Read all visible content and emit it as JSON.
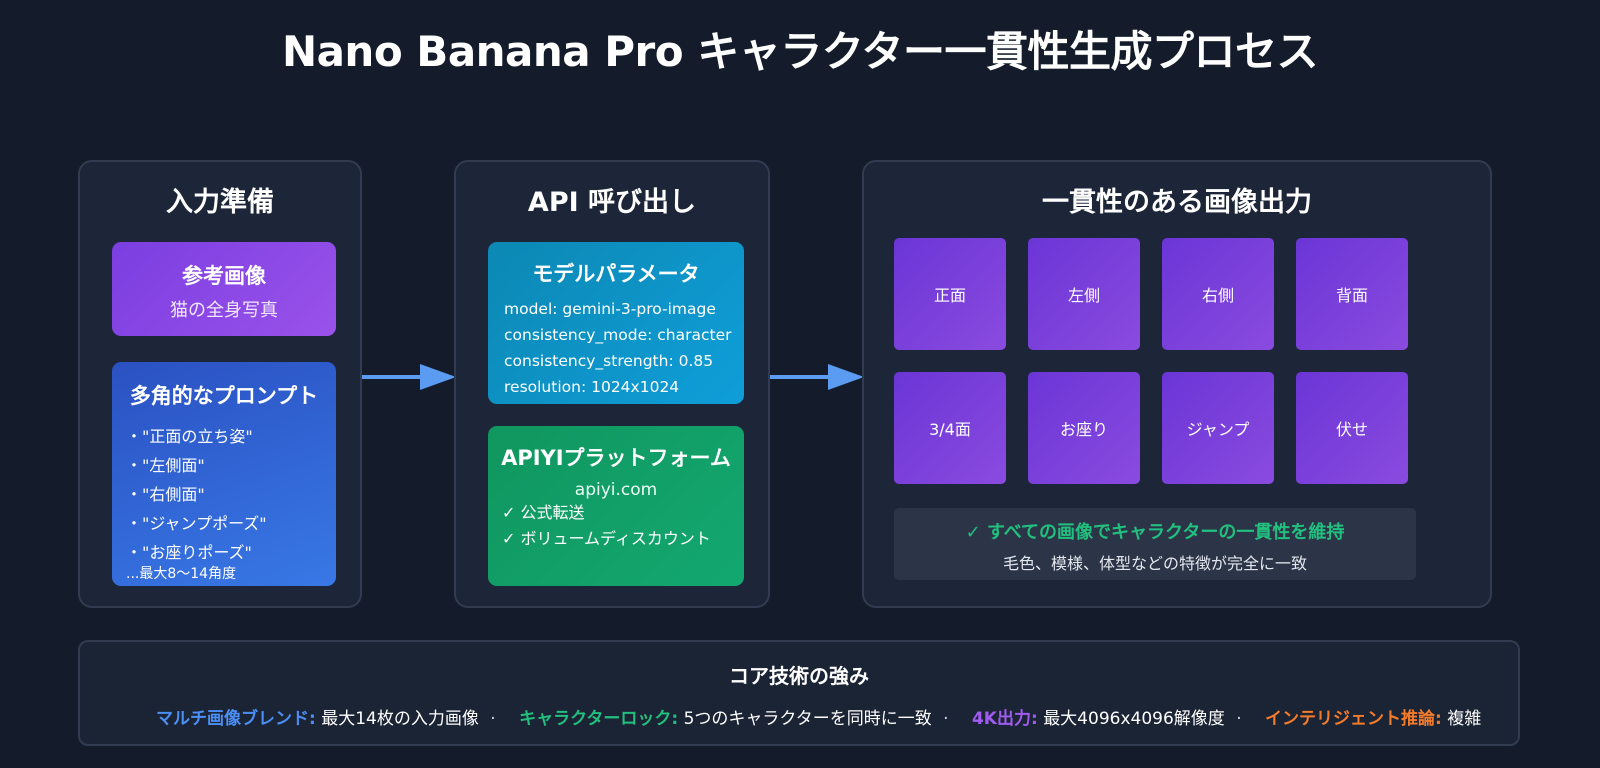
{
  "title": "Nano Banana Pro キャラクター一貫性生成プロセス",
  "input_panel": {
    "title": "入力準備",
    "reference": {
      "title": "参考画像",
      "subtitle": "猫の全身写真"
    },
    "prompts": {
      "title": "多角的なプロンプト",
      "items": [
        "・\"正面の立ち姿\"",
        "・\"左側面\"",
        "・\"右側面\"",
        "・\"ジャンプポーズ\"",
        "・\"お座りポーズ\""
      ],
      "more": "...最大8〜14角度"
    }
  },
  "api_panel": {
    "title": "API 呼び出し",
    "model": {
      "title": "モデルパラメータ",
      "params": [
        "model: gemini-3-pro-image",
        "consistency_mode: character",
        "consistency_strength: 0.85",
        "resolution: 1024x1024"
      ]
    },
    "platform": {
      "title": "APIYIプラットフォーム",
      "domain": "apiyi.com",
      "features": [
        "✓ 公式転送",
        "✓ ボリュームディスカウント"
      ]
    }
  },
  "output_panel": {
    "title": "一貫性のある画像出力",
    "tiles": [
      "正面",
      "左側",
      "右側",
      "背面",
      "3/4面",
      "お座り",
      "ジャンプ",
      "伏せ"
    ],
    "consistency": {
      "main": "✓ すべての画像でキャラクターの一貫性を維持",
      "sub": "毛色、模様、体型などの特徴が完全に一致"
    }
  },
  "strengths": {
    "title": "コア技術の強み",
    "items": [
      {
        "label": "マルチ画像ブレンド:",
        "text": "最大14枚の入力画像",
        "color": "#4b8ff5"
      },
      {
        "label": "キャラクターロック:",
        "text": "5つのキャラクターを同時に一致",
        "color": "#22c07e"
      },
      {
        "label": "4K出力:",
        "text": "最大4096x4096解像度",
        "color": "#a05cf0"
      },
      {
        "label": "インテリジェント推論:",
        "text": "複雑",
        "color": "#f47b2a"
      }
    ],
    "separator": "·"
  },
  "colors": {
    "arrow": "#5b9cf2",
    "background": "#141c2b"
  }
}
